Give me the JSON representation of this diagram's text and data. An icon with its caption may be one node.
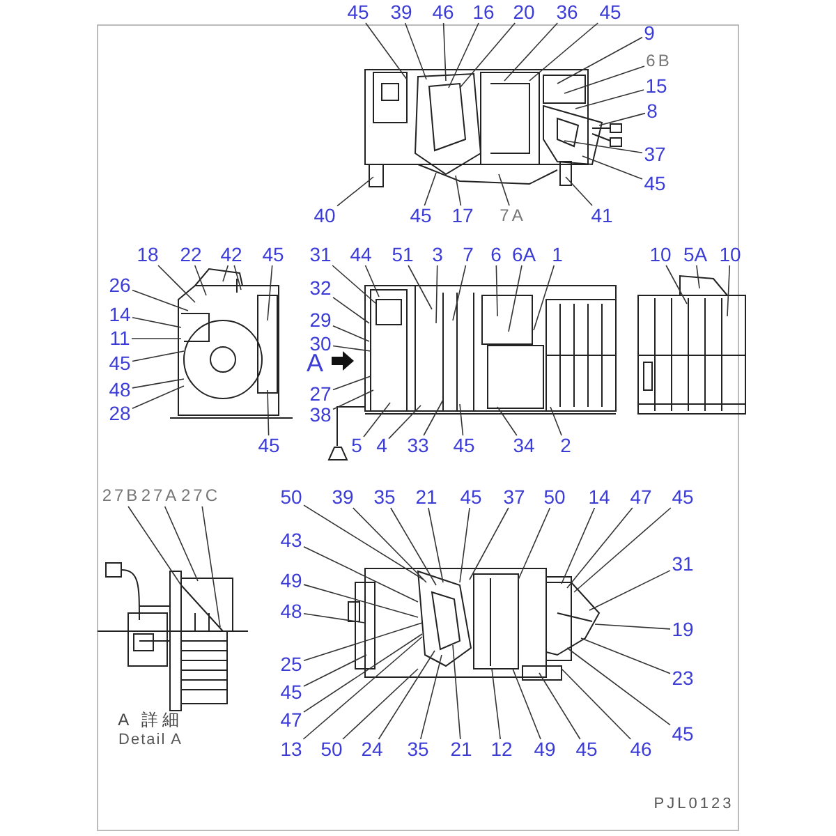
{
  "diagram": {
    "nodes": [
      {
        "text": [
          "45"
        ]
      },
      {
        "text": [
          "39"
        ]
      },
      {
        "text": [
          "46"
        ]
      },
      {
        "text": [
          "16"
        ]
      },
      {
        "text": [
          "20"
        ]
      },
      {
        "text": [
          "36"
        ]
      },
      {
        "text": [
          "45"
        ]
      },
      {
        "text": [
          "9"
        ]
      },
      {
        "text": [
          "6B"
        ]
      },
      {
        "text": [
          "15"
        ]
      },
      {
        "text": [
          "8"
        ]
      },
      {
        "text": [
          "37"
        ]
      },
      {
        "text": [
          "45"
        ]
      },
      {
        "text": [
          "40"
        ]
      },
      {
        "text": [
          "45"
        ]
      },
      {
        "text": [
          "17"
        ]
      },
      {
        "text": [
          "7A"
        ]
      },
      {
        "text": [
          "41"
        ]
      },
      {
        "text": [
          "18"
        ]
      },
      {
        "text": [
          "22"
        ]
      },
      {
        "text": [
          "42"
        ]
      },
      {
        "text": [
          "45"
        ]
      },
      {
        "text": [
          "31"
        ]
      },
      {
        "text": [
          "44"
        ]
      },
      {
        "text": [
          "51"
        ]
      },
      {
        "text": [
          "3"
        ]
      },
      {
        "text": [
          "7"
        ]
      },
      {
        "text": [
          "6"
        ]
      },
      {
        "text": [
          "6A"
        ]
      },
      {
        "text": [
          "1"
        ]
      },
      {
        "text": [
          "10"
        ]
      },
      {
        "text": [
          "5A"
        ]
      },
      {
        "text": [
          "10"
        ]
      },
      {
        "text": [
          "26"
        ]
      },
      {
        "text": [
          "32"
        ]
      },
      {
        "text": [
          "14"
        ]
      },
      {
        "text": [
          "29"
        ]
      },
      {
        "text": [
          "11"
        ]
      },
      {
        "text": [
          "30"
        ]
      },
      {
        "text": [
          "45"
        ]
      },
      {
        "text": [
          "48"
        ]
      },
      {
        "text": [
          "27"
        ]
      },
      {
        "text": [
          "28"
        ]
      },
      {
        "text": [
          "38"
        ]
      },
      {
        "text": [
          "45"
        ]
      },
      {
        "text": [
          "5"
        ]
      },
      {
        "text": [
          "4"
        ]
      },
      {
        "text": [
          "33"
        ]
      },
      {
        "text": [
          "45"
        ]
      },
      {
        "text": [
          "34"
        ]
      },
      {
        "text": [
          "2"
        ]
      },
      {
        "text": [
          "27B"
        ]
      },
      {
        "text": [
          "27A"
        ]
      },
      {
        "text": [
          "27C"
        ]
      },
      {
        "text": [
          "50"
        ]
      },
      {
        "text": [
          "39"
        ]
      },
      {
        "text": [
          "35"
        ]
      },
      {
        "text": [
          "21"
        ]
      },
      {
        "text": [
          "45"
        ]
      },
      {
        "text": [
          "37"
        ]
      },
      {
        "text": [
          "50"
        ]
      },
      {
        "text": [
          "14"
        ]
      },
      {
        "text": [
          "47"
        ]
      },
      {
        "text": [
          "45"
        ]
      },
      {
        "text": [
          "43"
        ]
      },
      {
        "text": [
          "31"
        ]
      },
      {
        "text": [
          "49"
        ]
      },
      {
        "text": [
          "48"
        ]
      },
      {
        "text": [
          "19"
        ]
      },
      {
        "text": [
          "25"
        ]
      },
      {
        "text": [
          "23"
        ]
      },
      {
        "text": [
          "45"
        ]
      },
      {
        "text": [
          "47"
        ]
      },
      {
        "text": [
          "45"
        ]
      },
      {
        "text": [
          "13"
        ]
      },
      {
        "text": [
          "50"
        ]
      },
      {
        "text": [
          "24"
        ]
      },
      {
        "text": [
          "35"
        ]
      },
      {
        "text": [
          "21"
        ]
      },
      {
        "text": [
          "12"
        ]
      },
      {
        "text": [
          "49"
        ]
      },
      {
        "text": [
          "45"
        ]
      },
      {
        "text": [
          "46"
        ]
      }
    ],
    "edges": [
      {
        "from": 0,
        "to": null,
        "arrow": "none"
      },
      {
        "from": 1,
        "to": null,
        "arrow": "none"
      },
      {
        "from": 2,
        "to": null,
        "arrow": "none"
      },
      {
        "from": 3,
        "to": null,
        "arrow": "none"
      },
      {
        "from": 4,
        "to": null,
        "arrow": "none"
      },
      {
        "from": 5,
        "to": null,
        "arrow": "none"
      },
      {
        "from": 6,
        "to": null,
        "arrow": "none"
      },
      {
        "from": 7,
        "to": null,
        "arrow": "none"
      },
      {
        "from": 8,
        "to": null,
        "arrow": "none"
      },
      {
        "from": 9,
        "to": null,
        "arrow": "none"
      },
      {
        "from": 10,
        "to": null,
        "arrow": "none"
      },
      {
        "from": 11,
        "to": null,
        "arrow": "none"
      },
      {
        "from": 12,
        "to": null,
        "arrow": "none"
      },
      {
        "from": 13,
        "to": null,
        "arrow": "none"
      },
      {
        "from": 14,
        "to": null,
        "arrow": "none"
      },
      {
        "from": 15,
        "to": null,
        "arrow": "none"
      },
      {
        "from": 16,
        "to": null,
        "arrow": "none"
      },
      {
        "from": 17,
        "to": null,
        "arrow": "none"
      },
      {
        "from": 18,
        "to": null,
        "arrow": "none"
      },
      {
        "from": 19,
        "to": null,
        "arrow": "none"
      },
      {
        "from": 20,
        "to": null,
        "arrow": "none"
      },
      {
        "from": 20,
        "to": null,
        "arrow": "none"
      },
      {
        "from": 21,
        "to": null,
        "arrow": "none"
      },
      {
        "from": 22,
        "to": null,
        "arrow": "none"
      },
      {
        "from": 23,
        "to": null,
        "arrow": "none"
      },
      {
        "from": 24,
        "to": null,
        "arrow": "none"
      },
      {
        "from": 25,
        "to": null,
        "arrow": "none"
      },
      {
        "from": 26,
        "to": null,
        "arrow": "none"
      },
      {
        "from": 27,
        "to": null,
        "arrow": "none"
      },
      {
        "from": 28,
        "to": null,
        "arrow": "none"
      },
      {
        "from": 29,
        "to": null,
        "arrow": "none"
      },
      {
        "from": 30,
        "to": null,
        "arrow": "none"
      },
      {
        "from": 31,
        "to": null,
        "arrow": "none"
      },
      {
        "from": 32,
        "to": null,
        "arrow": "none"
      },
      {
        "from": 33,
        "to": null,
        "arrow": "none"
      },
      {
        "from": 34,
        "to": null,
        "arrow": "none"
      },
      {
        "from": 35,
        "to": null,
        "arrow": "none"
      },
      {
        "from": 36,
        "to": null,
        "arrow": "none"
      },
      {
        "from": 37,
        "to": null,
        "arrow": "none"
      },
      {
        "from": 38,
        "to": null,
        "arrow": "none"
      },
      {
        "from": 39,
        "to": null,
        "arrow": "none"
      },
      {
        "from": 40,
        "to": null,
        "arrow": "none"
      },
      {
        "from": 41,
        "to": null,
        "arrow": "none"
      },
      {
        "from": 42,
        "to": null,
        "arrow": "none"
      },
      {
        "from": 43,
        "to": null,
        "arrow": "none"
      },
      {
        "from": 44,
        "to": null,
        "arrow": "none"
      },
      {
        "from": 45,
        "to": null,
        "arrow": "none"
      },
      {
        "from": 46,
        "to": null,
        "arrow": "none"
      },
      {
        "from": 47,
        "to": null,
        "arrow": "none"
      },
      {
        "from": 48,
        "to": null,
        "arrow": "none"
      },
      {
        "from": 49,
        "to": null,
        "arrow": "none"
      },
      {
        "from": 50,
        "to": null,
        "arrow": "none"
      },
      {
        "from": 51,
        "to": null,
        "arrow": "none"
      },
      {
        "from": 52,
        "to": null,
        "arrow": "none"
      },
      {
        "from": 53,
        "to": null,
        "arrow": "none"
      },
      {
        "from": 54,
        "to": null,
        "arrow": "none"
      },
      {
        "from": 55,
        "to": null,
        "arrow": "none"
      },
      {
        "from": 56,
        "to": null,
        "arrow": "none"
      },
      {
        "from": 57,
        "to": null,
        "arrow": "none"
      },
      {
        "from": 58,
        "to": null,
        "arrow": "none"
      },
      {
        "from": 59,
        "to": null,
        "arrow": "none"
      },
      {
        "from": 60,
        "to": null,
        "arrow": "none"
      },
      {
        "from": 61,
        "to": null,
        "arrow": "none"
      },
      {
        "from": 62,
        "to": null,
        "arrow": "none"
      },
      {
        "from": 63,
        "to": null,
        "arrow": "none"
      },
      {
        "from": 64,
        "to": null,
        "arrow": "none"
      },
      {
        "from": 65,
        "to": null,
        "arrow": "none"
      },
      {
        "from": 66,
        "to": null,
        "arrow": "none"
      },
      {
        "from": 67,
        "to": null,
        "arrow": "none"
      },
      {
        "from": 68,
        "to": null,
        "arrow": "none"
      },
      {
        "from": 69,
        "to": null,
        "arrow": "none"
      },
      {
        "from": 70,
        "to": null,
        "arrow": "none"
      },
      {
        "from": 71,
        "to": null,
        "arrow": "none"
      },
      {
        "from": 72,
        "to": null,
        "arrow": "none"
      },
      {
        "from": 73,
        "to": null,
        "arrow": "none"
      },
      {
        "from": 74,
        "to": null,
        "arrow": "none"
      },
      {
        "from": 75,
        "to": null,
        "arrow": "none"
      },
      {
        "from": 76,
        "to": null,
        "arrow": "none"
      },
      {
        "from": 77,
        "to": null,
        "arrow": "none"
      },
      {
        "from": 78,
        "to": null,
        "arrow": "none"
      },
      {
        "from": 79,
        "to": null,
        "arrow": "none"
      },
      {
        "from": 80,
        "to": null,
        "arrow": "none"
      },
      {
        "from": 81,
        "to": null,
        "arrow": "none"
      },
      {
        "from": 82,
        "to": null,
        "arrow": "none"
      }
    ],
    "labels": [
      "A",
      "A 詳細",
      "Detail A",
      "PJL0123"
    ]
  }
}
